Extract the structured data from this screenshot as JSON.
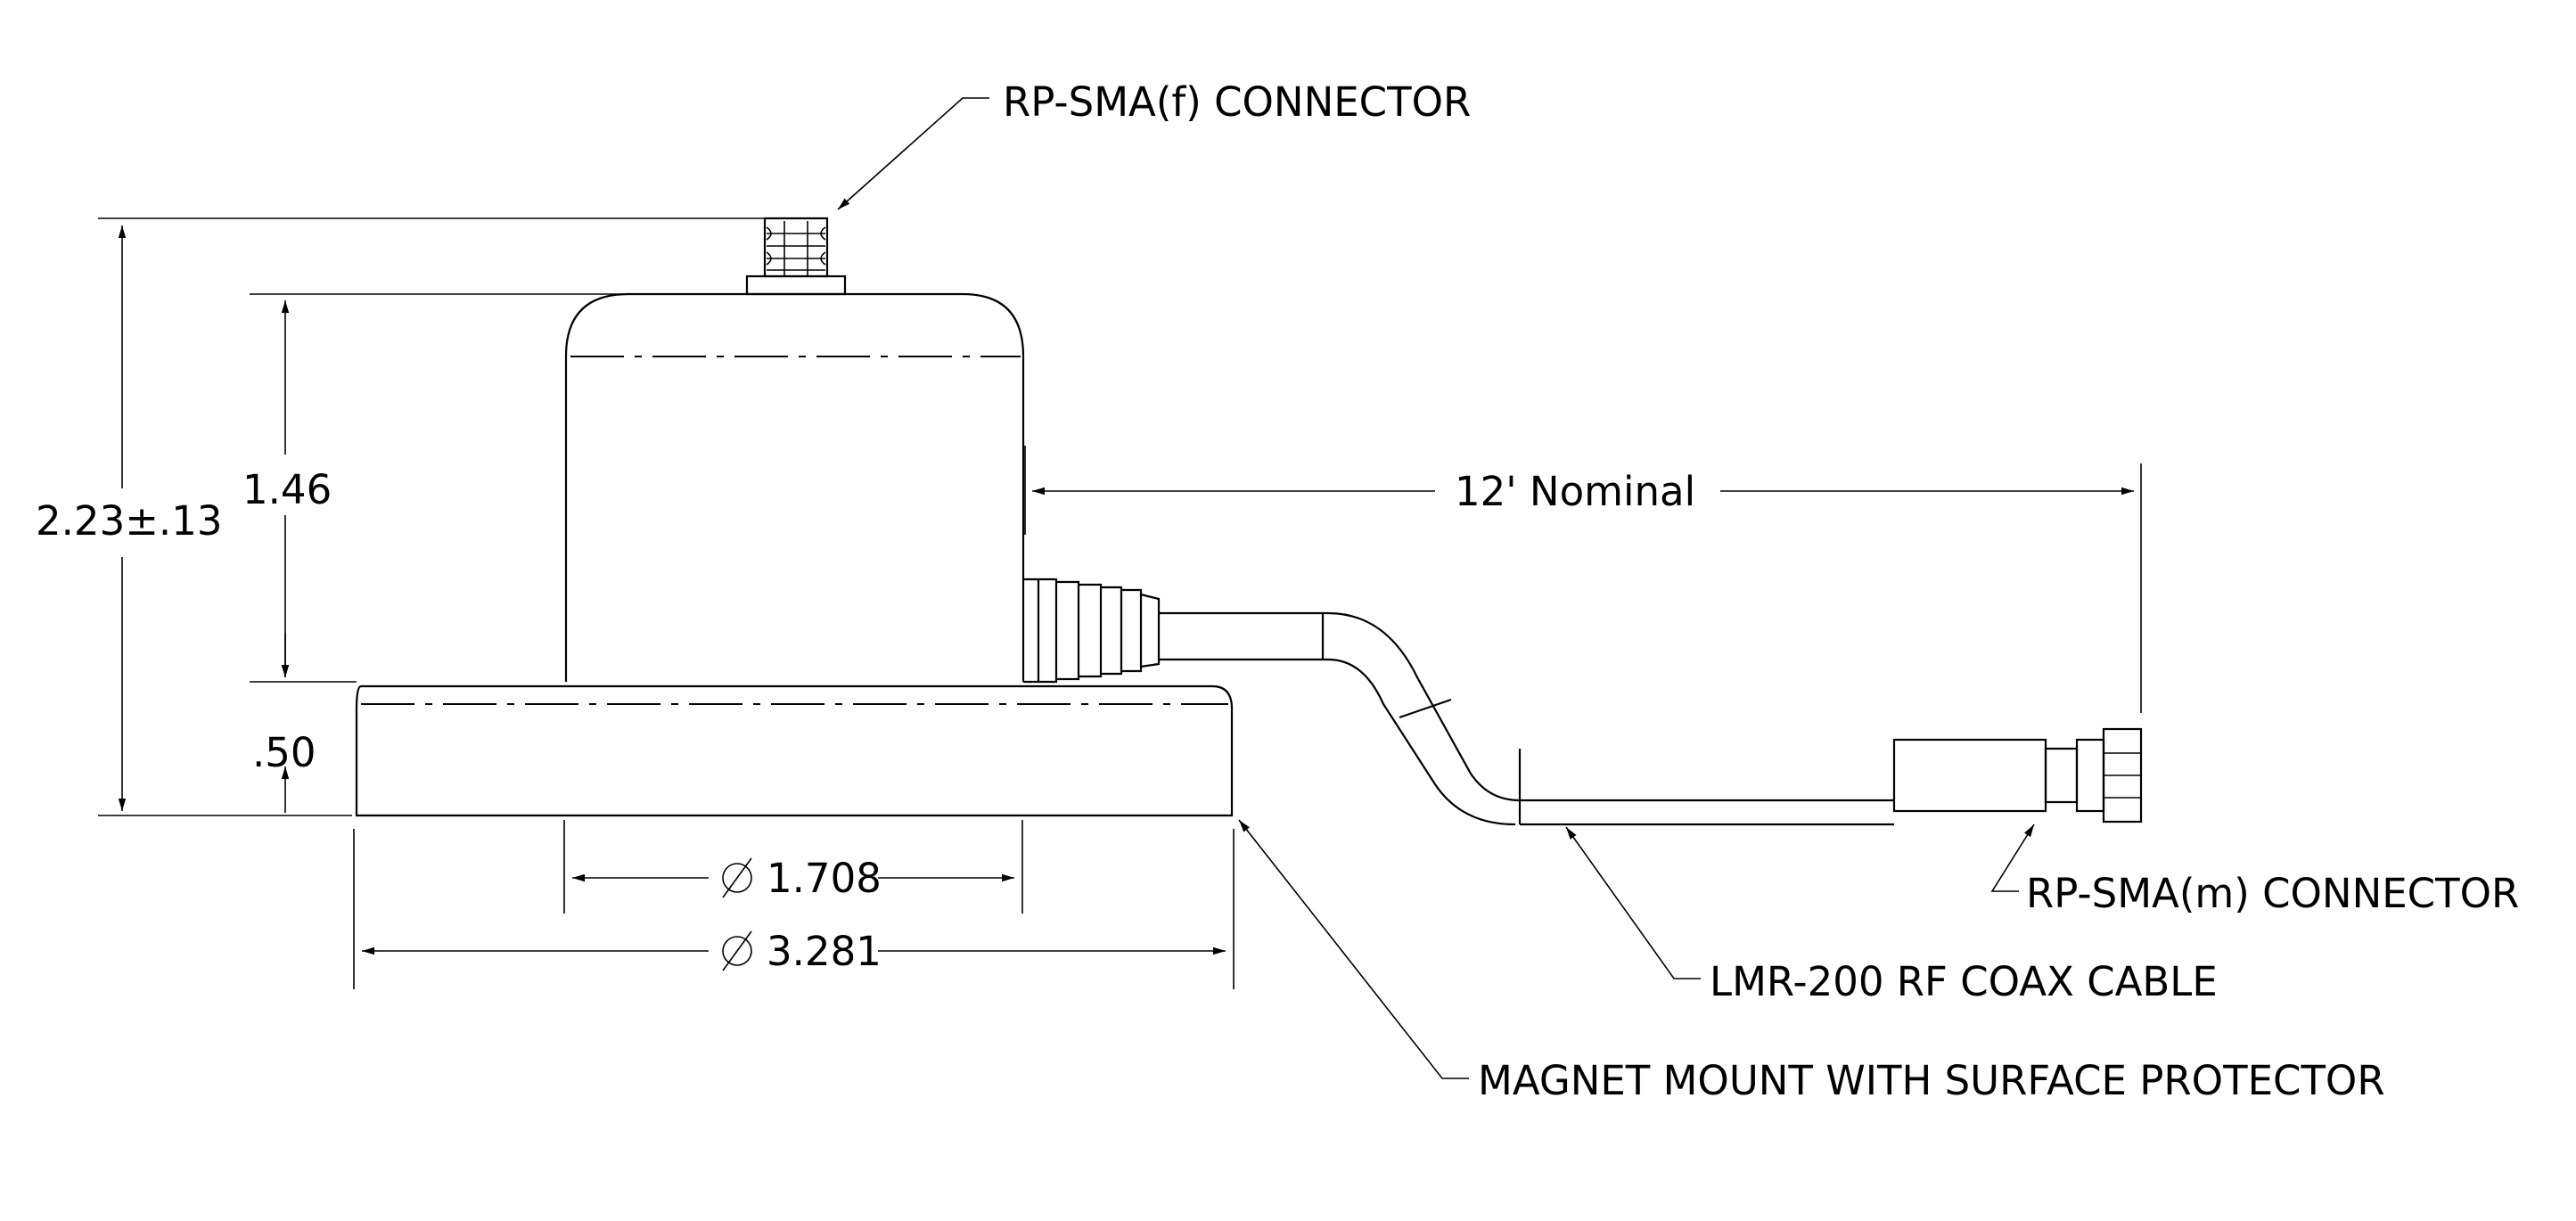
{
  "callouts": {
    "top_connector": "RP-SMA(f) CONNECTOR",
    "end_connector": "RP-SMA(m) CONNECTOR",
    "cable": "LMR-200 RF COAX CABLE",
    "mount": "MAGNET MOUNT WITH SURFACE PROTECTOR"
  },
  "dimensions": {
    "overall_height": "2.23±.13",
    "body_height": "1.46",
    "base_height": ".50",
    "body_diameter": "1.708",
    "base_diameter": "3.281",
    "cable_length": "12' Nominal"
  }
}
